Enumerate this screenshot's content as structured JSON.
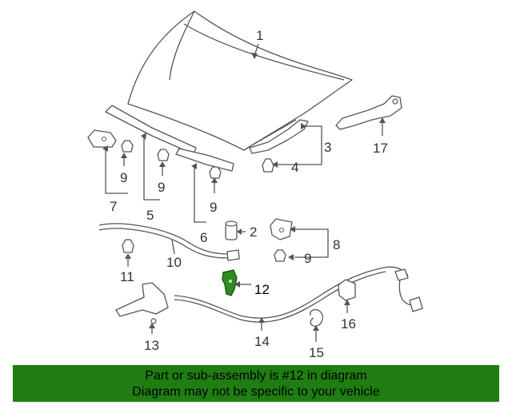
{
  "diagram": {
    "callouts": [
      "1",
      "2",
      "3",
      "4",
      "5",
      "6",
      "7",
      "8",
      "9",
      "9",
      "9",
      "9",
      "10",
      "11",
      "12",
      "13",
      "14",
      "15",
      "16",
      "17"
    ],
    "highlight_color": "#2e8b1e"
  },
  "banner": {
    "line1": "Part or sub-assembly is #12 in diagram",
    "line2": "Diagram may not be specific to your vehicle",
    "background": "#1f7d12"
  }
}
